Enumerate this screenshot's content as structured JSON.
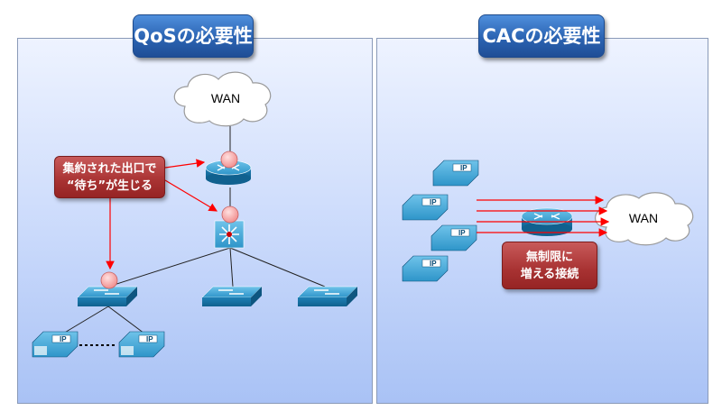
{
  "titles": {
    "left": "QoSの必要性",
    "right": "CACの必要性"
  },
  "left": {
    "wan_label": "WAN",
    "callout_line1": "集約された出口で",
    "callout_line2": "“待ち”が生じる"
  },
  "right": {
    "wan_label": "WAN",
    "callout_line1": "無制限に",
    "callout_line2": "増える接続"
  },
  "phone_label": "IP",
  "colors": {
    "arrow": "#ff0000",
    "title_bg": "#2b63b2",
    "callout_bg": "#a83232",
    "congestion_marker": "#f4a0a0"
  }
}
